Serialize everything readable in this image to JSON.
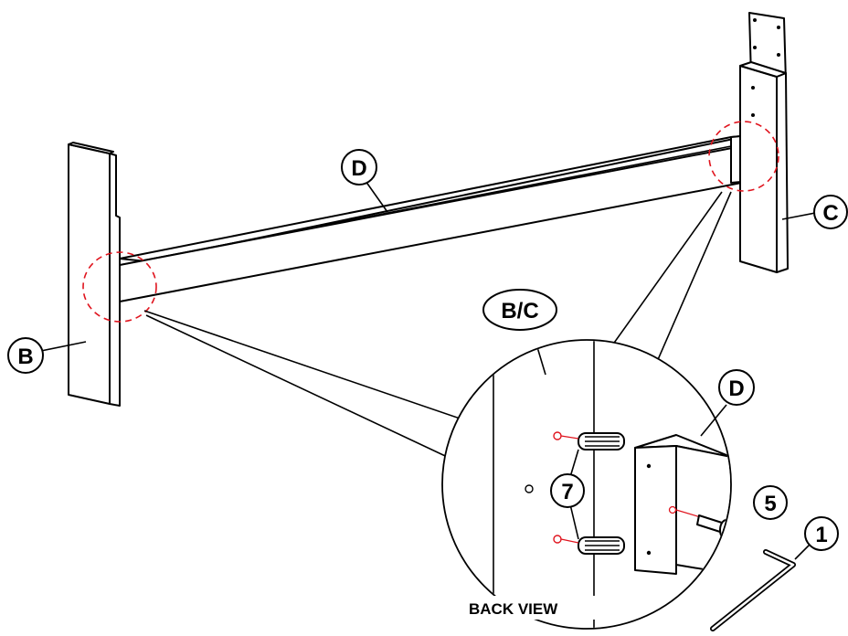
{
  "labels": {
    "part_b": "B",
    "part_c": "C",
    "part_d": "D",
    "part_d_detail": "D",
    "part_bc": "B/C",
    "item_7": "7",
    "item_5": "5",
    "item_1": "1",
    "back_view": "BACK VIEW"
  },
  "colors": {
    "outline": "#000000",
    "detail_highlight": "#e0141e",
    "background": "#ffffff"
  }
}
